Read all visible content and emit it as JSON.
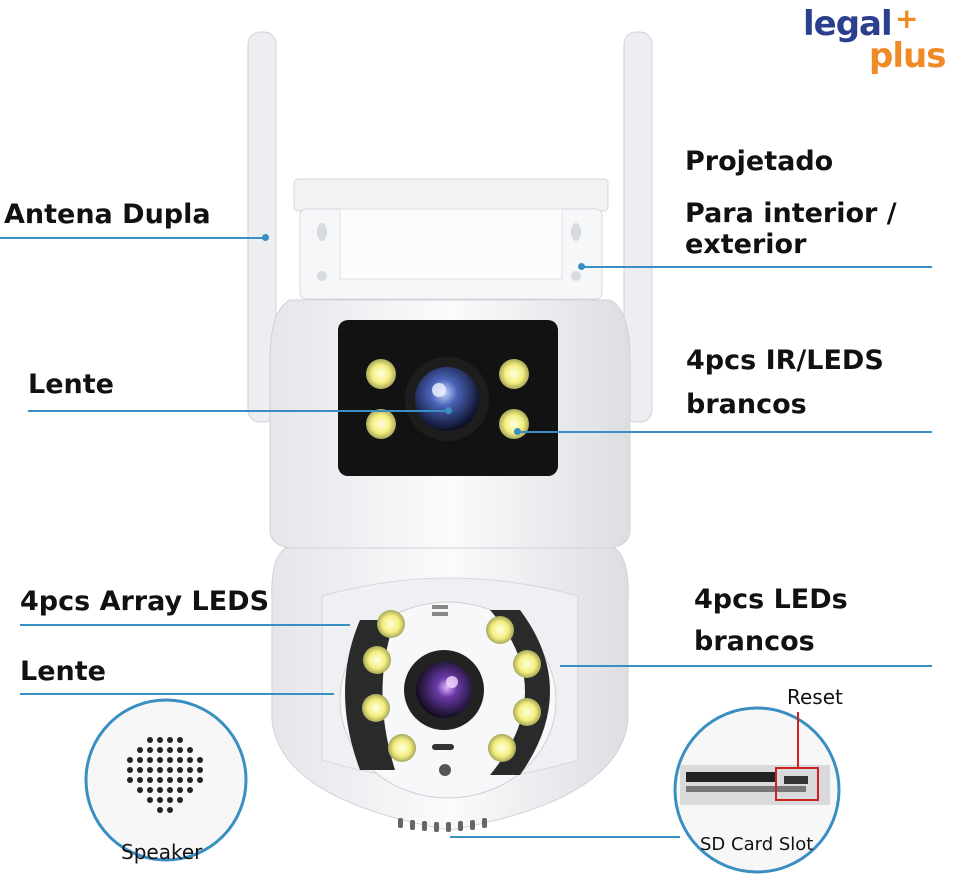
{
  "brand": {
    "part1": "legal",
    "part2": "plus",
    "plus_sign": "+",
    "color_primary": "#2c3f8f",
    "color_accent": "#f08a24"
  },
  "labels": {
    "antenna": "Antena Dupla",
    "lens_top": "Lente",
    "designed_line1": "Projetado",
    "designed_line2": "Para interior /",
    "designed_line3": "exterior",
    "ir_leds_line1": "4pcs IR/LEDS",
    "ir_leds_line2": "brancos",
    "array_leds": "4pcs Array LEDS",
    "lens_bottom": "Lente",
    "white_leds_line1": "4pcs LEDs",
    "white_leds_line2": "brancos",
    "reset": "Reset",
    "speaker": "Speaker",
    "sd_card": "SD Card Slot"
  },
  "colors": {
    "callout_line": "#3a8fc2",
    "camera_body": "#f2f3f5",
    "lens_panel": "#111111",
    "led_yellow": "#f6f39a",
    "reset_box": "#d12020"
  }
}
